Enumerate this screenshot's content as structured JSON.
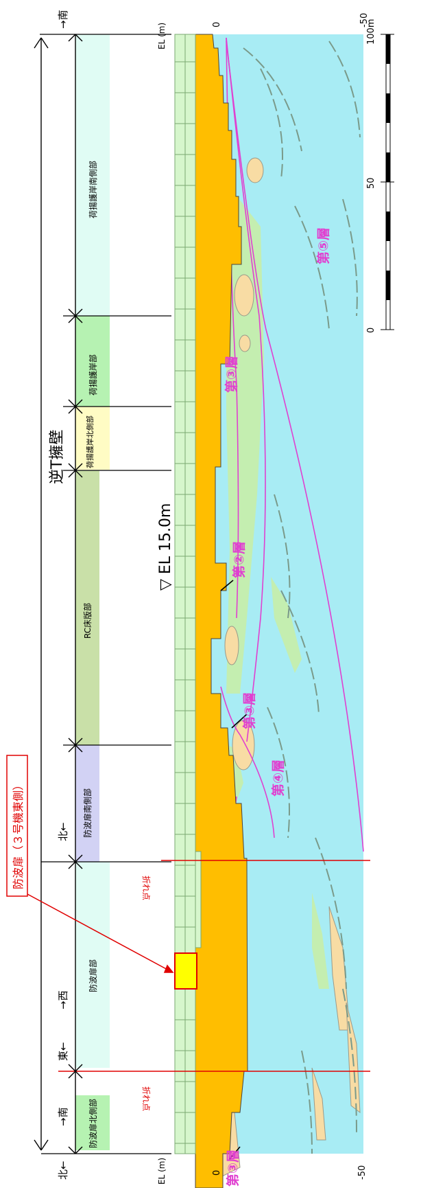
{
  "diagram": {
    "title": "逆T擁壁",
    "water_level_label": "▽ EL 15.0m",
    "callout_label": "防波扉（３号機東側）",
    "fold_label": "折れ点",
    "axis_label": "EL (m)",
    "axis_left": [
      "0",
      "-50"
    ],
    "axis_right": [
      "0",
      "-50"
    ],
    "scale_ticks": [
      "0",
      "50",
      "100m"
    ],
    "sections": [
      "防波扉北側部",
      "防波扉部",
      "防波扉南側部",
      "RC床版部",
      "荷揚護岸北側部",
      "荷揚護岸部",
      "荷揚護岸南側部"
    ],
    "directions": [
      "北←",
      "→南",
      "東←",
      "→西",
      "北←",
      "→南"
    ],
    "layer_labels": [
      "第③層",
      "第③層",
      "第②層",
      "第③層",
      "第④層",
      "第⑤層"
    ],
    "colors": {
      "rock": "#a8ecf4",
      "fill": "#ffbe00",
      "layer_green": "#c4eeb0",
      "layer_tan": "#f8dca4",
      "magenta": "#e040d0",
      "red": "#e00000",
      "gate_yellow": "#ffff00"
    }
  }
}
